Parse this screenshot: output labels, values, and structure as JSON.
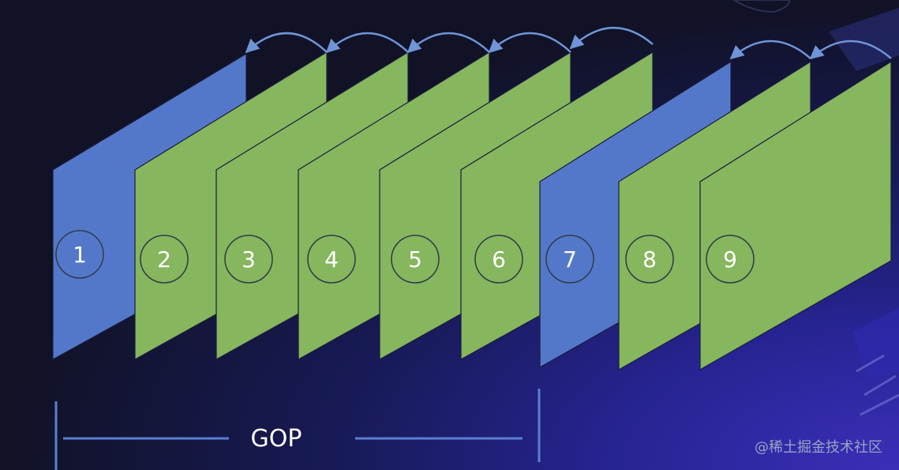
{
  "colors": {
    "background": "#111226",
    "i_frame": "#5478c9",
    "p_frame": "#86b65d",
    "arrow": "#6f95d7",
    "gop_line": "#5a7fd2",
    "label": "#ffffff",
    "watermark": "#9aa3c6"
  },
  "frames": [
    {
      "label": "1",
      "kind": "I"
    },
    {
      "label": "2",
      "kind": "P"
    },
    {
      "label": "3",
      "kind": "P"
    },
    {
      "label": "4",
      "kind": "P"
    },
    {
      "label": "5",
      "kind": "P"
    },
    {
      "label": "6",
      "kind": "P"
    },
    {
      "label": "7",
      "kind": "I"
    },
    {
      "label": "8",
      "kind": "P"
    },
    {
      "label": "9",
      "kind": "P"
    }
  ],
  "gop": {
    "label": "GOP"
  },
  "watermark": {
    "text": "@稀土掘金技术社区"
  }
}
